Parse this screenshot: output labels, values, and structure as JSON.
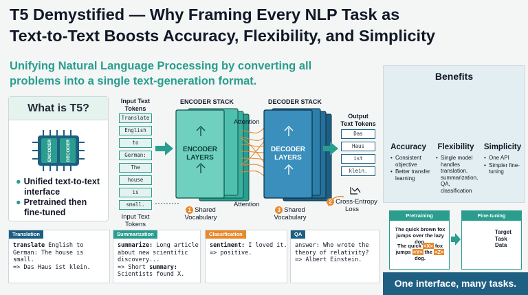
{
  "header": {
    "title_line1": "T5 Demystified — Why Framing Every NLP Task as",
    "title_line2": "Text-to-Text Boosts Accuracy, Flexibility, and Simplicity",
    "subtitle_line1": "Unifying Natural Language Processing by converting all",
    "subtitle_line2": "problems into a single text-generation format."
  },
  "whatis": {
    "title": "What is T5?",
    "chip_left": "ENCODER",
    "chip_right": "DECODER",
    "bullet1_line1": "Unified text-to-text",
    "bullet1_line2": "interface",
    "bullet2_line1": "Pretrained then",
    "bullet2_line2": "fine-tuned"
  },
  "diagram": {
    "input_title_line1": "Input Text",
    "input_title_line2": "Tokens",
    "input_tokens": [
      "Translate",
      "English",
      "to",
      "German:",
      "The",
      "house",
      "is",
      "small."
    ],
    "input_bottom_line1": "Input Text",
    "input_bottom_line2": "Tokens",
    "encoder_stack_title": "ENCODER STACK",
    "encoder_label_line1": "ENCODER",
    "encoder_label_line2": "LAYERS",
    "decoder_stack_title": "DECODER STACK",
    "decoder_label_line1": "DECODER",
    "decoder_label_line2": "LAYERS",
    "attention_top": "Attention",
    "attention_bottom": "Attention",
    "output_title_line1": "Output",
    "output_title_line2": "Text Tokens",
    "output_tokens": [
      "Das",
      "Haus",
      "ist",
      "klein."
    ],
    "vocab1_num": "1",
    "vocab1_line1": "Shared",
    "vocab1_line2": "Vocabulary",
    "vocab3_num": "3",
    "vocab3_line1": "Shared",
    "vocab3_line2": "Vocabulary",
    "loss_num": "2",
    "loss_line1": "Cross-Entropy",
    "loss_line2": "Loss"
  },
  "benefits": {
    "title": "Benefits",
    "accuracy": {
      "name": "Accuracy",
      "items": [
        "Consistent objective",
        "Better transfer learning"
      ]
    },
    "flexibility": {
      "name": "Flexibility",
      "items": [
        "Single model handles translation, summarization, QA, classification"
      ]
    },
    "simplicity": {
      "name": "Simplicity",
      "items": [
        "One API",
        "Simpler fine-tuning"
      ]
    }
  },
  "pretraining": {
    "title": "Pretraining",
    "sentence_line1": "The quick brown fox",
    "sentence_line2": "jumps over the lazy dog.",
    "masked_a": "The quick ",
    "mask_x": "<X>",
    "masked_b": " fox",
    "masked_c": "jumps ",
    "mask_y": "<Y>",
    "masked_d": " the ",
    "mask_z": "<Z>",
    "masked_e": " dog."
  },
  "finetuning": {
    "title": "Fine-tuning",
    "label_line1": "Target",
    "label_line2": "Task",
    "label_line3": "Data"
  },
  "banner": "One interface, many tasks.",
  "tasks": {
    "translation": {
      "tag": "Translation",
      "keyword": "translate",
      "line1_rest": " English to",
      "line2": "German: The house is",
      "line3": "small.",
      "line4": "=> Das Haus ist klein."
    },
    "summarization": {
      "tag": "Summarization",
      "keyword": "summarize:",
      "line1_rest": " Long article",
      "line2": "about new scientific",
      "line3": "discovery...",
      "line4_a": "=> Short ",
      "line4_b": "summary:",
      "line5": "Scientists found X."
    },
    "classification": {
      "tag": "Classification",
      "keyword": "sentiment:",
      "line1_rest": " I loved it.",
      "line2": "=> positive."
    },
    "qa": {
      "tag": "QA",
      "keyword": "answer:",
      "line1_rest": " Who wrote the",
      "line2": "theory of relativity?",
      "line3": "=> Albert Einstein."
    }
  },
  "colors": {
    "teal": "#2a9d8f",
    "navy": "#1d5f82",
    "orange": "#e8892b"
  }
}
